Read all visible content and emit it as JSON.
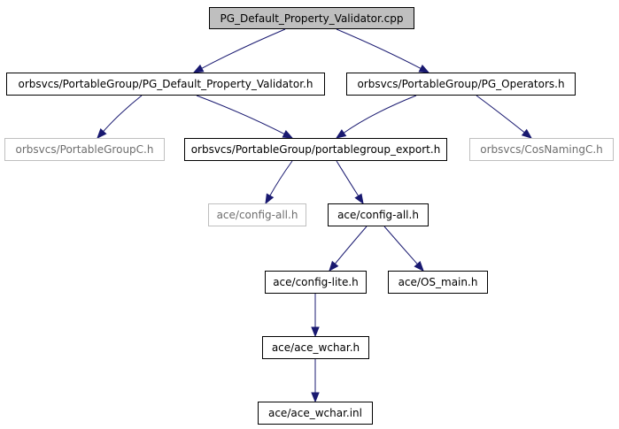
{
  "nodes": {
    "root": "PG_Default_Property_Validator.cpp",
    "validator_h": "orbsvcs/PortableGroup/PG_Default_Property_Validator.h",
    "operators_h": "orbsvcs/PortableGroup/PG_Operators.h",
    "portablegroupc_h": "orbsvcs/PortableGroupC.h",
    "export_h": "orbsvcs/PortableGroup/portablegroup_export.h",
    "cosnamingc_h": "orbsvcs/CosNamingC.h",
    "config_all_missing": "ace/config-all.h",
    "config_all": "ace/config-all.h",
    "config_lite": "ace/config-lite.h",
    "os_main": "ace/OS_main.h",
    "ace_wchar_h": "ace/ace_wchar.h",
    "ace_wchar_inl": "ace/ace_wchar.inl"
  },
  "colors": {
    "edge": "#191970",
    "root_fill": "#bfbfbf",
    "missing_border": "#bfbfbf",
    "node_border": "#000000"
  }
}
